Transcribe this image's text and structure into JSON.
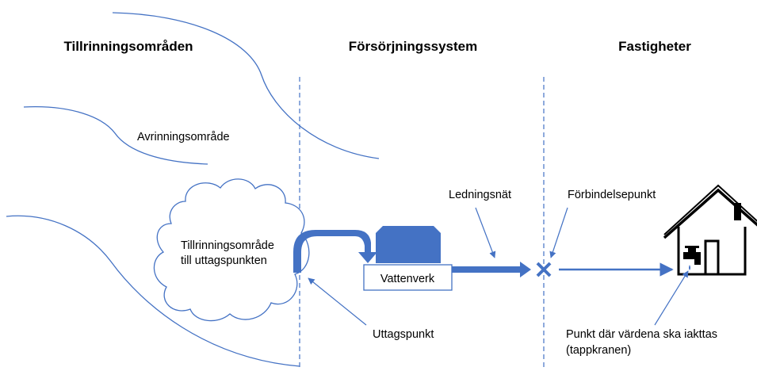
{
  "headers": {
    "catchment": "Tillrinningsområden",
    "supply": "Försörjningssystem",
    "property": "Fastigheter"
  },
  "labels": {
    "drainage_area": "Avrinningsområde",
    "catchment_point_line1": "Tillrinningsområde",
    "catchment_point_line2": "till uttagspunkten",
    "waterworks": "Vattenverk",
    "network": "Ledningsnät",
    "connection_point": "Förbindelsepunkt",
    "intake_point": "Uttagspunkt",
    "tap_point_line1": "Punkt där värdena ska iakttas",
    "tap_point_line2": "(tappkranen)"
  },
  "colors": {
    "accent": "#4472c4",
    "text": "#000000"
  }
}
